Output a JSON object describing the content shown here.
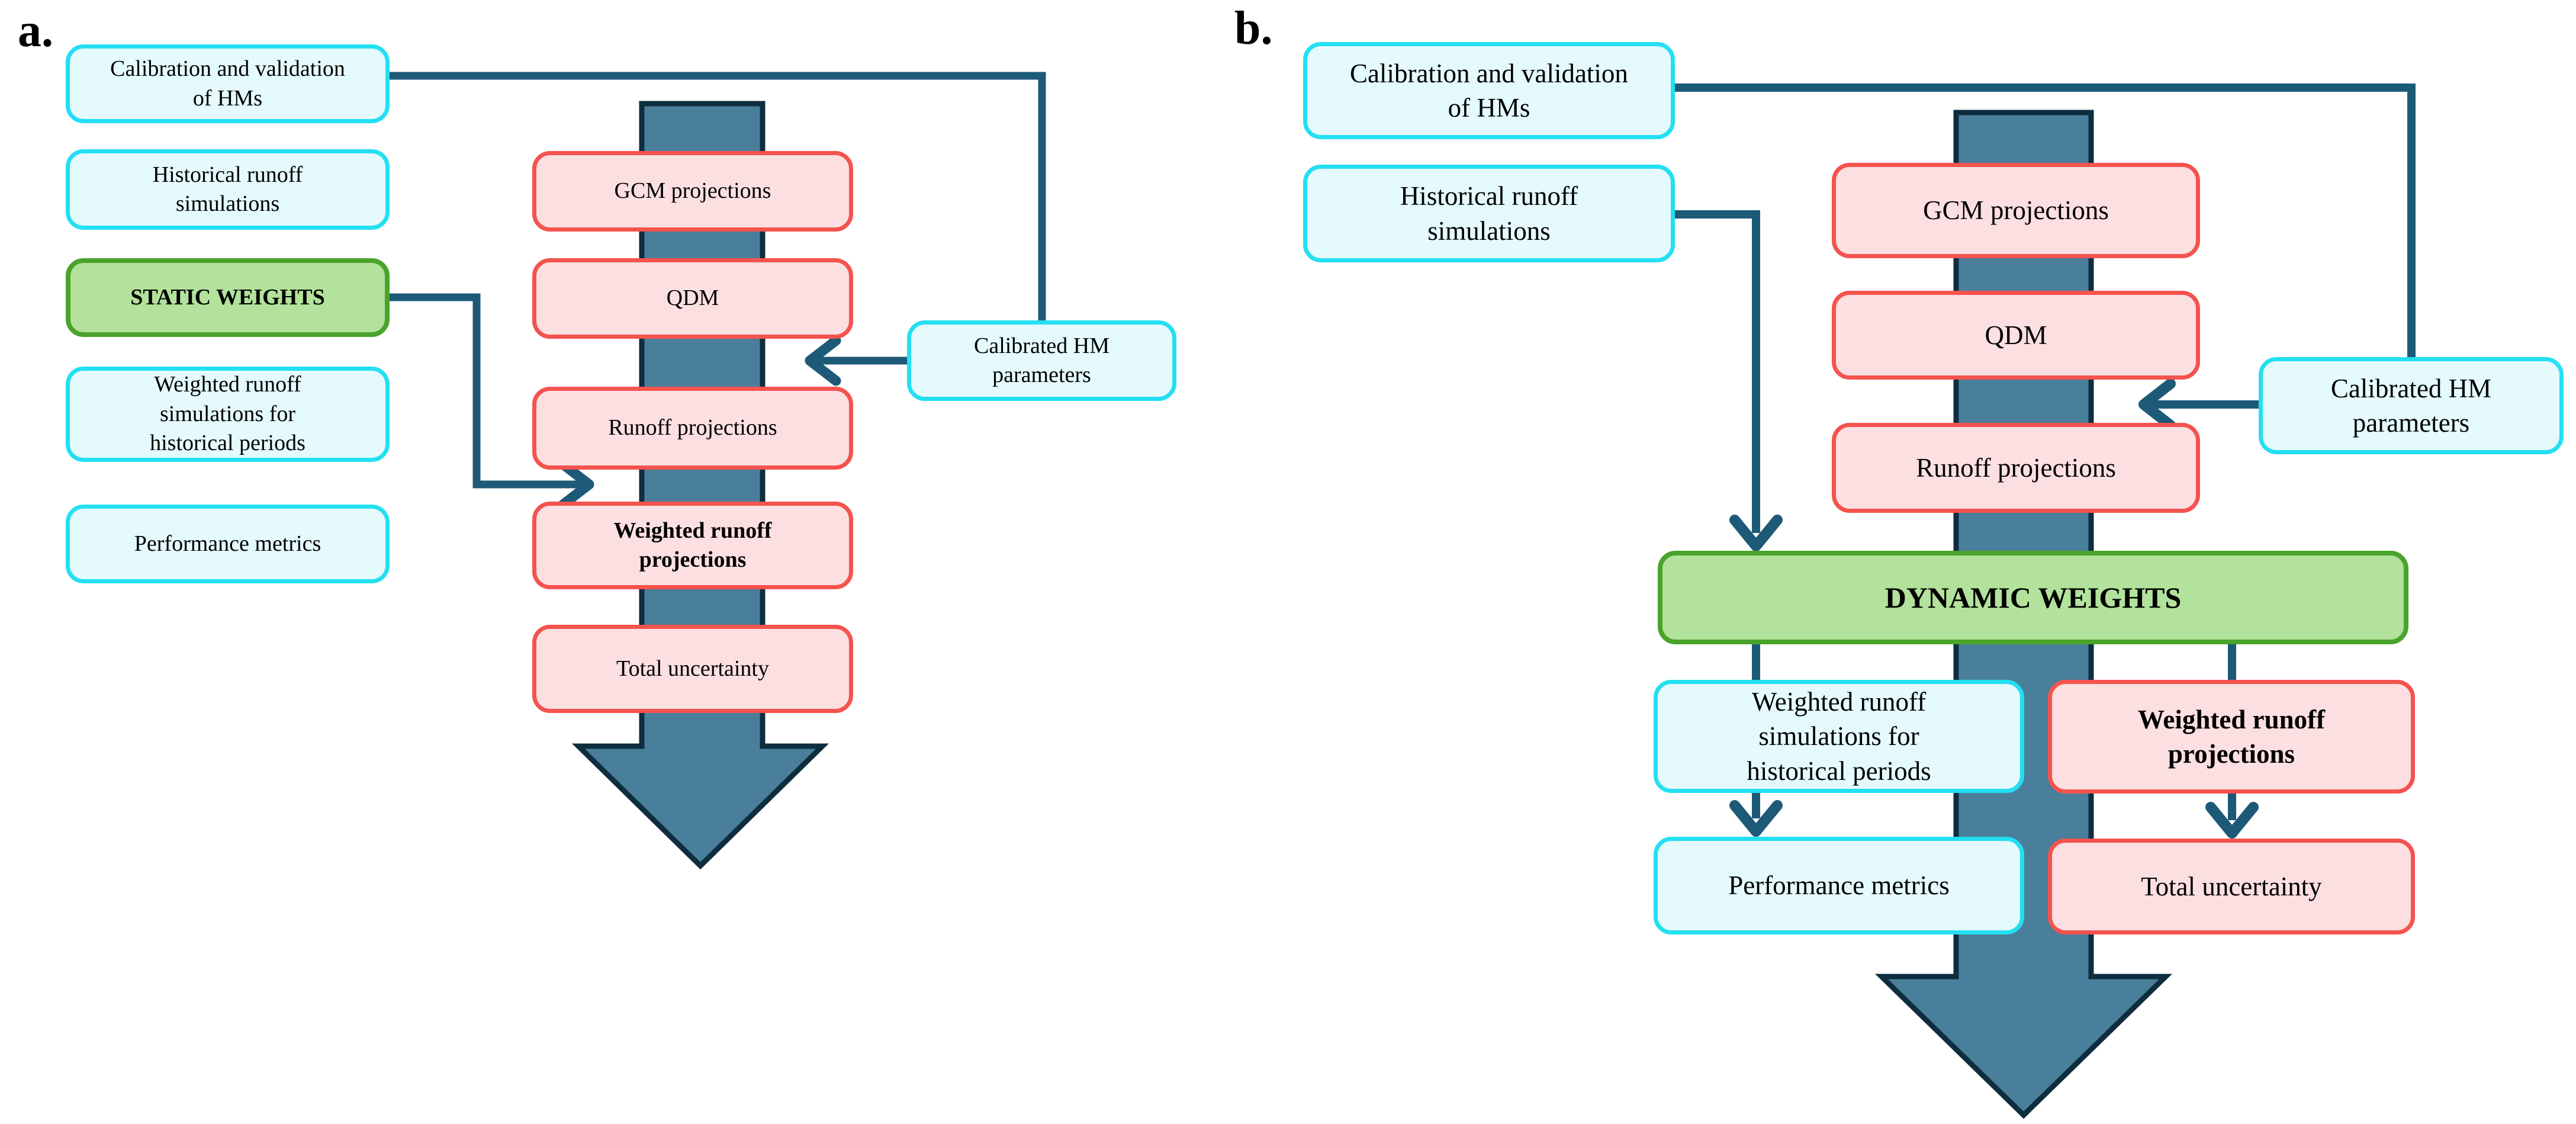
{
  "colors": {
    "cyan_border": "#24dff2",
    "cyan_fill": "#e4fafd",
    "pink_border": "#f4534e",
    "pink_fill": "#fcdfe1",
    "green_border": "#4aa32b",
    "green_fill": "#b2e29b",
    "big_arrow_fill": "#4a7f9b",
    "big_arrow_border": "#0e2d3e",
    "connector": "#1d5a78",
    "text": "#000000"
  },
  "panel_a": {
    "label": "a.",
    "boxes": {
      "calibration": "Calibration and validation\nof HMs",
      "historical": "Historical runoff\nsimulations",
      "static_weights": "STATIC WEIGHTS",
      "weighted_sims": "Weighted runoff\nsimulations for\nhistorical periods",
      "performance": "Performance metrics",
      "gcm": "GCM projections",
      "qdm": "QDM",
      "runoff": "Runoff projections",
      "weighted_proj": "Weighted runoff\nprojections",
      "total_uncertainty": "Total uncertainty",
      "calibrated_hm": "Calibrated HM\nparameters"
    }
  },
  "panel_b": {
    "label": "b.",
    "boxes": {
      "calibration": "Calibration and validation\nof HMs",
      "historical": "Historical runoff\nsimulations",
      "dynamic_weights": "DYNAMIC WEIGHTS",
      "weighted_sims": "Weighted runoff\nsimulations for\nhistorical periods",
      "performance": "Performance metrics",
      "gcm": "GCM projections",
      "qdm": "QDM",
      "runoff": "Runoff projections",
      "weighted_proj": "Weighted runoff\nprojections",
      "total_uncertainty": "Total uncertainty",
      "calibrated_hm": "Calibrated HM\nparameters"
    }
  }
}
